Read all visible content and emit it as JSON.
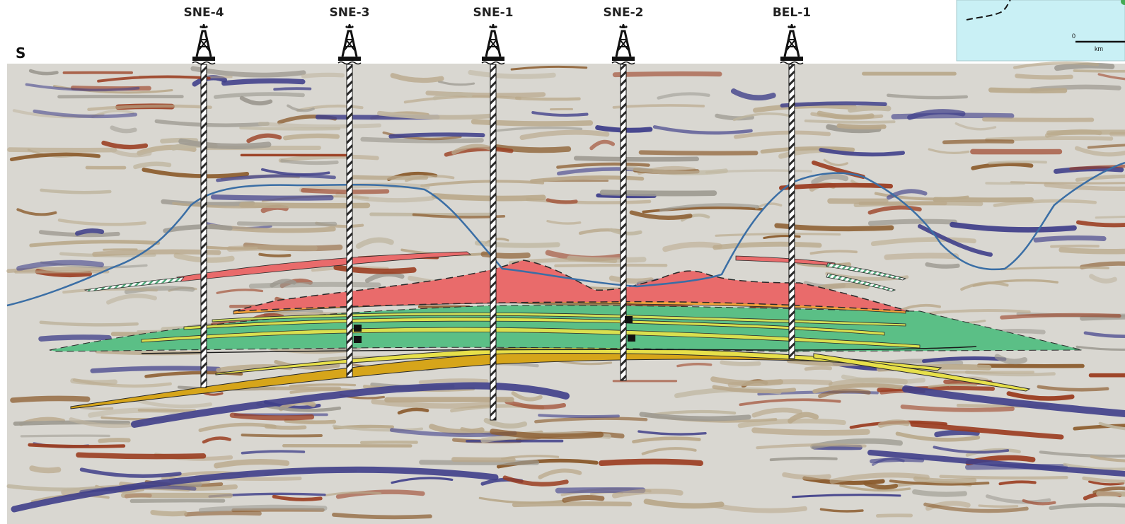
{
  "section": {
    "direction_label": "S",
    "wells": [
      {
        "name": "SNE-4"
      },
      {
        "name": "SNE-3"
      },
      {
        "name": "SNE-1"
      },
      {
        "name": "SNE-2"
      },
      {
        "name": "BEL-1"
      }
    ]
  },
  "inset_map": {
    "scale_zero": "0",
    "scale_unit": "km"
  },
  "colors": {
    "background": "#d9d7d1",
    "seismic_brown": "#8a5a2b",
    "seismic_tan": "#b9a88a",
    "seismic_blue": "#3f3f8a",
    "seismic_red": "#9a3b1e",
    "unit_red": "#e96b6b",
    "unit_orange": "#f0a23a",
    "unit_yellow": "#e7e04a",
    "unit_green": "#5bbf86",
    "unit_gold": "#d6a51a",
    "horizon_line": "#3a6ea5",
    "inset_water": "#c9f0f5"
  },
  "icons": [
    "oil-derrick-icon"
  ]
}
